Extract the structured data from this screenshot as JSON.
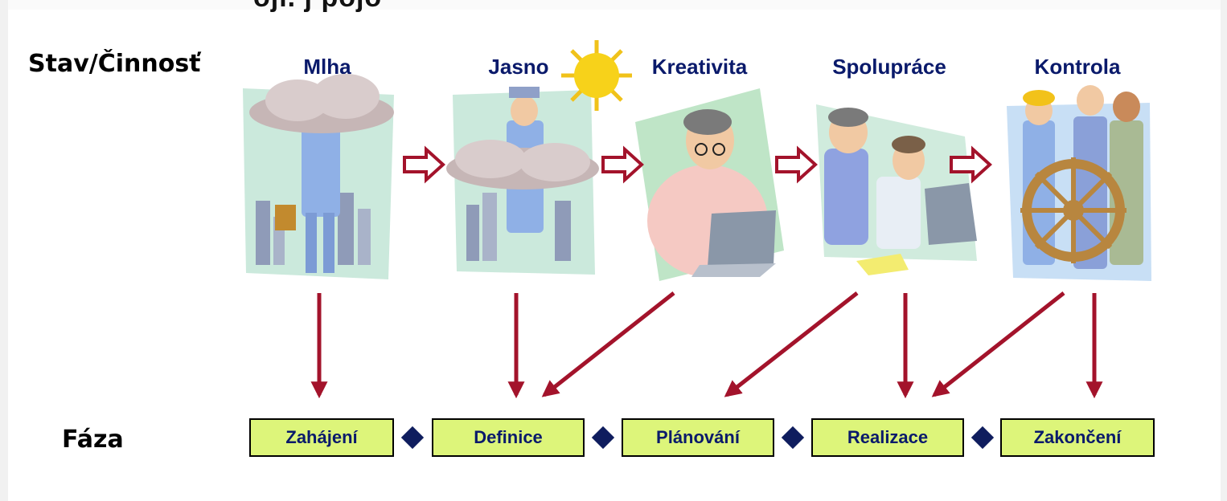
{
  "top_text": "ojí. j  pojo",
  "labels": {
    "state_activity": "Stav/Činnosť",
    "phase": "Fáza"
  },
  "states": [
    {
      "title": "Mlha",
      "icon": "cloud-head-businessman-icon"
    },
    {
      "title": "Jasno",
      "icon": "businessman-above-clouds-sun-icon"
    },
    {
      "title": "Kreativita",
      "icon": "person-at-laptop-icon"
    },
    {
      "title": "Spolupráce",
      "icon": "two-people-at-computer-icon"
    },
    {
      "title": "Kontrola",
      "icon": "team-at-ship-wheel-icon"
    }
  ],
  "phases": [
    "Zahájení",
    "Definice",
    "Plánování",
    "Realizace",
    "Zakončení"
  ],
  "colors": {
    "title": "#0a1a6b",
    "arrow": "#a3132b",
    "phase_fill": "#ddf57a",
    "diamond": "#0f1d5e"
  }
}
